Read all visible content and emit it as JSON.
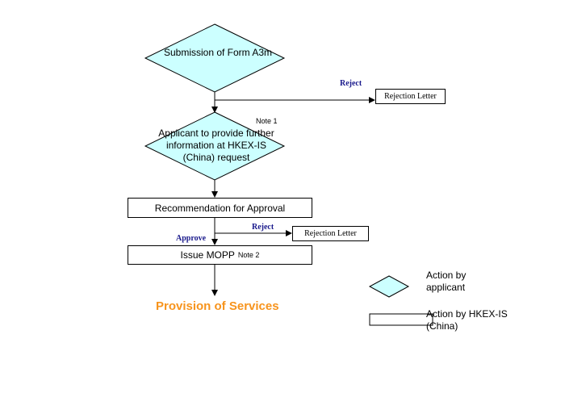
{
  "flow": {
    "step1": "Submission of Form A3m",
    "step2": "Applicant to provide further information at HKEX-IS (China) request",
    "step2_note": "Note 1",
    "step3": "Recommendation for Approval",
    "step4": "Issue MOPP",
    "step4_note": "Note 2",
    "final": "Provision of Services",
    "reject1": "Reject",
    "rejection_letter1": "Rejection Letter",
    "reject2": "Reject",
    "rejection_letter2": "Rejection Letter",
    "approve": "Approve"
  },
  "legend": {
    "diamond_label": "Action by applicant",
    "box_label": "Action by HKEX-IS (China)"
  },
  "colors": {
    "diamond_fill": "#ccffff",
    "final_text": "#f7941d",
    "branch_label": "#1a1a8c"
  }
}
